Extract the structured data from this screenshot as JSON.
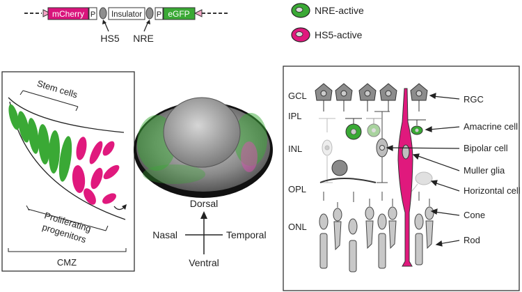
{
  "construct": {
    "mcherry_label": "mCherry",
    "promoter_left": "P",
    "insulator_label": "Insulator",
    "promoter_right": "P",
    "egfp_label": "eGFP",
    "hs5_label": "HS5",
    "nre_label": "NRE"
  },
  "legend": {
    "nre_active": "NRE-active",
    "hs5_active": "HS5-active"
  },
  "cmz_panel": {
    "stem_cells": "Stem cells",
    "proliferating_line1": "Proliferating",
    "proliferating_line2": "progenitors",
    "cmz": "CMZ"
  },
  "compass": {
    "dorsal": "Dorsal",
    "ventral": "Ventral",
    "nasal": "Nasal",
    "temporal": "Temporal"
  },
  "retina": {
    "layers": [
      "GCL",
      "IPL",
      "INL",
      "OPL",
      "ONL"
    ],
    "cells": [
      "RGC",
      "Amacrine cell",
      "Bipolar cell",
      "Muller glia",
      "Horizontal cell",
      "Cone",
      "Rod"
    ]
  },
  "colors": {
    "green": "#3aa935",
    "magenta": "#e0197d",
    "gray": "#a9a9a9"
  }
}
